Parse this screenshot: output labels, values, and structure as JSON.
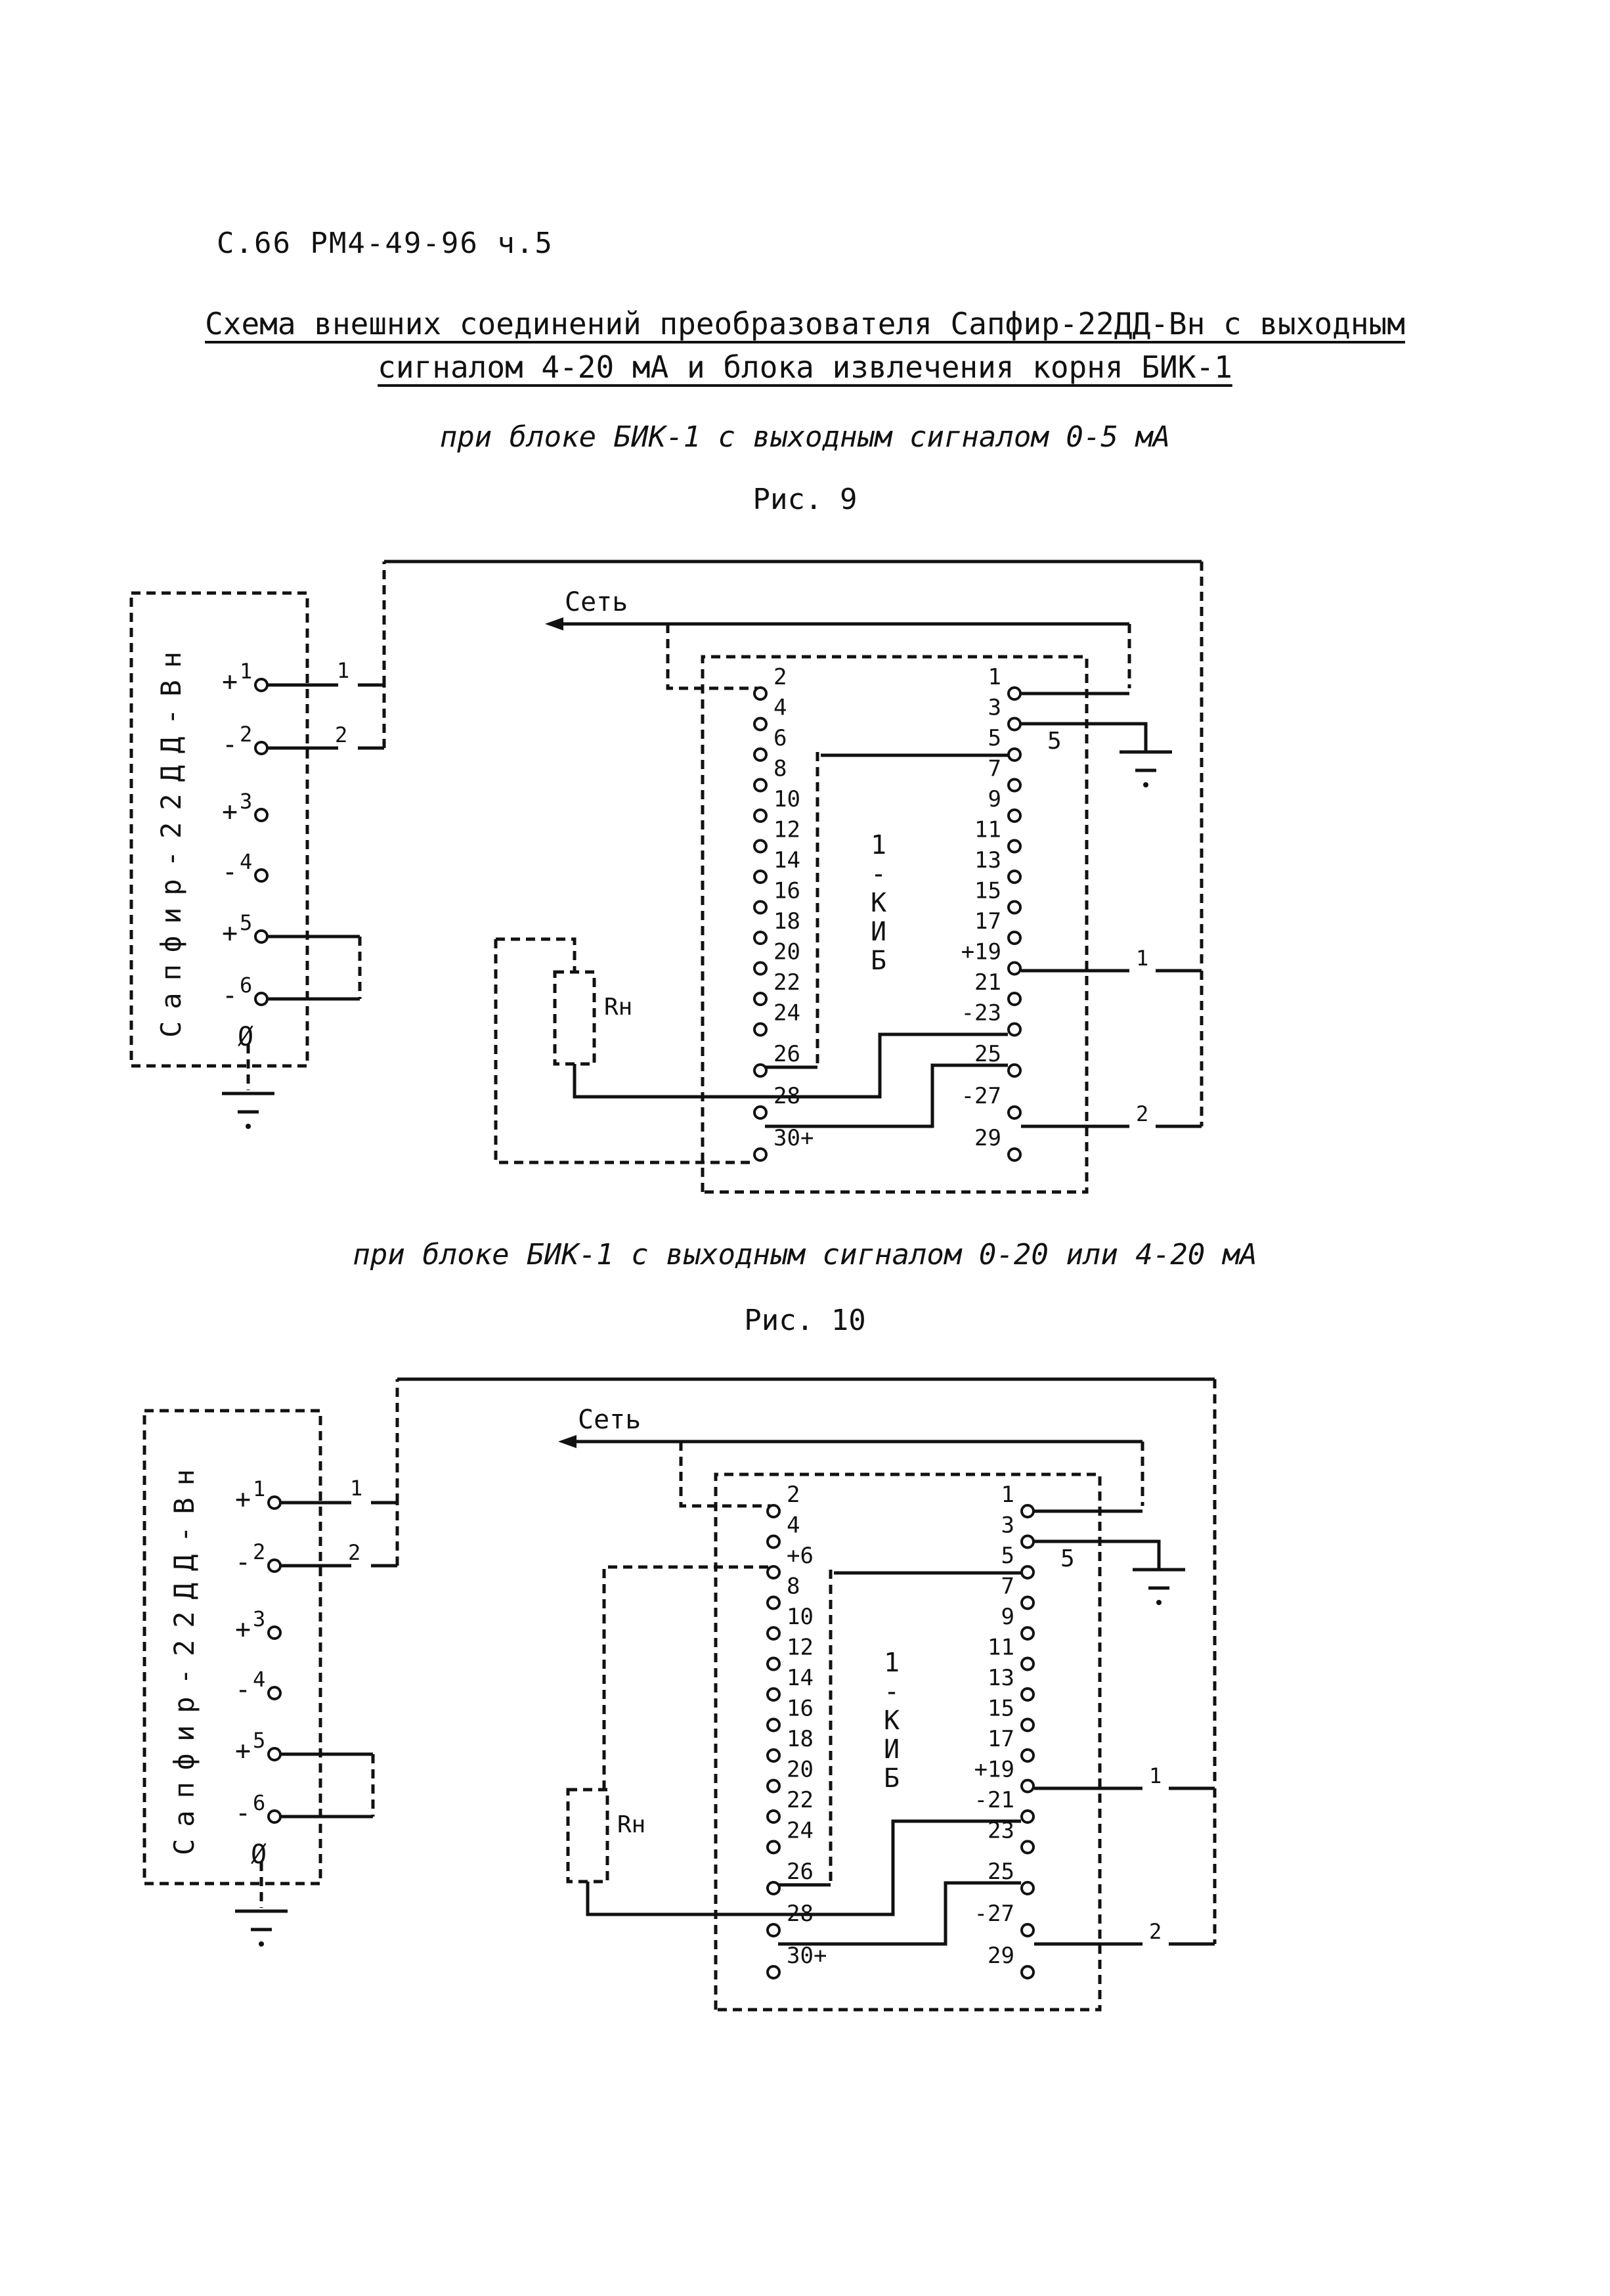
{
  "header": {
    "page_ref": "С.66 РМ4-49-96 ч.5"
  },
  "title": {
    "line1": "Схема внешних соединений преобразователя Сапфир-22ДД-Вн с выходным",
    "line2": "сигналом 4-20 мА и блока извлечения корня БИК-1"
  },
  "figures": [
    {
      "subtitle": "при блоке БИК-1 с выходным сигналом 0-5 мА",
      "caption": "Рис. 9",
      "sensor": {
        "name": "Сапфир-22ДД-Вн",
        "terminals": [
          "+1",
          "-2",
          "+3",
          "-4",
          "+5",
          "-6",
          "Ø"
        ]
      },
      "network_label": "Сеть",
      "load_label": "Rн",
      "block": {
        "name": "БИК-1",
        "left_pins": [
          "2",
          "4",
          "6",
          "8",
          "10",
          "12",
          "14",
          "16",
          "18",
          "20",
          "22",
          "24",
          "26",
          "28",
          "30+"
        ],
        "right_pins": [
          "1",
          "3",
          "5",
          "7",
          "9",
          "11",
          "13",
          "15",
          "17",
          "+19",
          "21",
          "-23",
          "25",
          "-27",
          "29"
        ],
        "inner_label": "5"
      },
      "wire_labels": {
        "sensor_1": "1",
        "sensor_2": "2",
        "out_1": "1",
        "out_2": "2"
      }
    },
    {
      "subtitle": "при блоке БИК-1 с выходным сигналом 0-20 или 4-20 мА",
      "caption": "Рис. 10",
      "sensor": {
        "name": "Сапфир-22ДД-Вн",
        "terminals": [
          "+1",
          "-2",
          "+3",
          "-4",
          "+5",
          "-6",
          "Ø"
        ]
      },
      "network_label": "Сеть",
      "load_label": "Rн",
      "block": {
        "name": "БИК-1",
        "left_pins": [
          "2",
          "4",
          "+6",
          "8",
          "10",
          "12",
          "14",
          "16",
          "18",
          "20",
          "22",
          "24",
          "26",
          "28",
          "30+"
        ],
        "right_pins": [
          "1",
          "3",
          "5",
          "7",
          "9",
          "11",
          "13",
          "15",
          "17",
          "+19",
          "-21",
          "23",
          "25",
          "-27",
          "29"
        ],
        "inner_label": "5"
      },
      "wire_labels": {
        "sensor_1": "1",
        "sensor_2": "2",
        "out_1": "1",
        "out_2": "2"
      }
    }
  ]
}
